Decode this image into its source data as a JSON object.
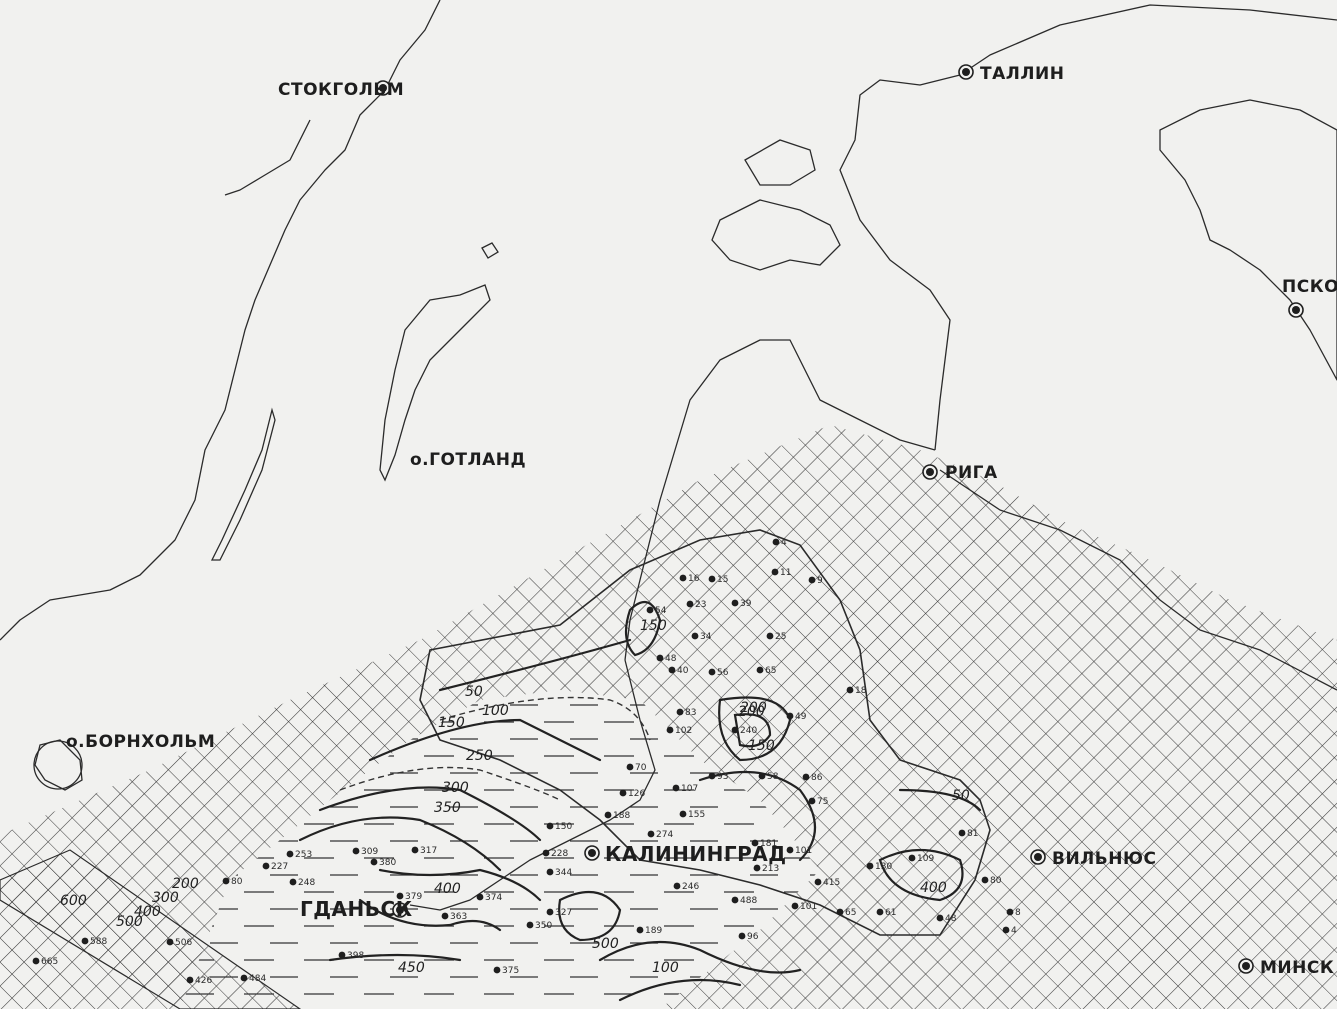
{
  "cities": [
    {
      "id": "stockholm",
      "label": "СТОКГОЛЬМ",
      "big": false
    },
    {
      "id": "tallinn",
      "label": "ТАЛЛИН",
      "big": false
    },
    {
      "id": "pskov",
      "label": "ПСКОВ",
      "big": false
    },
    {
      "id": "gotland",
      "label": "о.ГОТЛАНД",
      "big": false
    },
    {
      "id": "riga",
      "label": "РИГА",
      "big": false
    },
    {
      "id": "bornholm",
      "label": "о.БОРНХОЛЬМ",
      "big": false
    },
    {
      "id": "kaliningrad",
      "label": "КАЛИНИНГРАД",
      "big": true
    },
    {
      "id": "vilnius",
      "label": "ВИЛЬНЮС",
      "big": false
    },
    {
      "id": "gdansk",
      "label": "ГДАНЬСК",
      "big": true
    },
    {
      "id": "minsk",
      "label": "МИНСК",
      "big": false
    }
  ],
  "isolines": [
    "50",
    "100",
    "150",
    "200",
    "250",
    "300",
    "350",
    "400",
    "450",
    "500",
    "50",
    "150",
    "200",
    "100",
    "150",
    "400",
    "600",
    "500",
    "400",
    "300",
    "200"
  ],
  "wells": [
    "4",
    "11",
    "16",
    "15",
    "9",
    "23",
    "39",
    "54",
    "34",
    "25",
    "48",
    "40",
    "56",
    "65",
    "18",
    "83",
    "102",
    "240",
    "49",
    "70",
    "93",
    "58",
    "86",
    "126",
    "107",
    "155",
    "75",
    "274",
    "188",
    "150",
    "228",
    "344",
    "181",
    "101",
    "81",
    "309",
    "317",
    "253",
    "227",
    "248",
    "380",
    "379",
    "374",
    "363",
    "327",
    "350",
    "246",
    "213",
    "415",
    "130",
    "109",
    "80",
    "488",
    "101",
    "65",
    "61",
    "48",
    "8",
    "4",
    "189",
    "96",
    "398",
    "375",
    "80",
    "588",
    "665",
    "426",
    "484",
    "506"
  ]
}
